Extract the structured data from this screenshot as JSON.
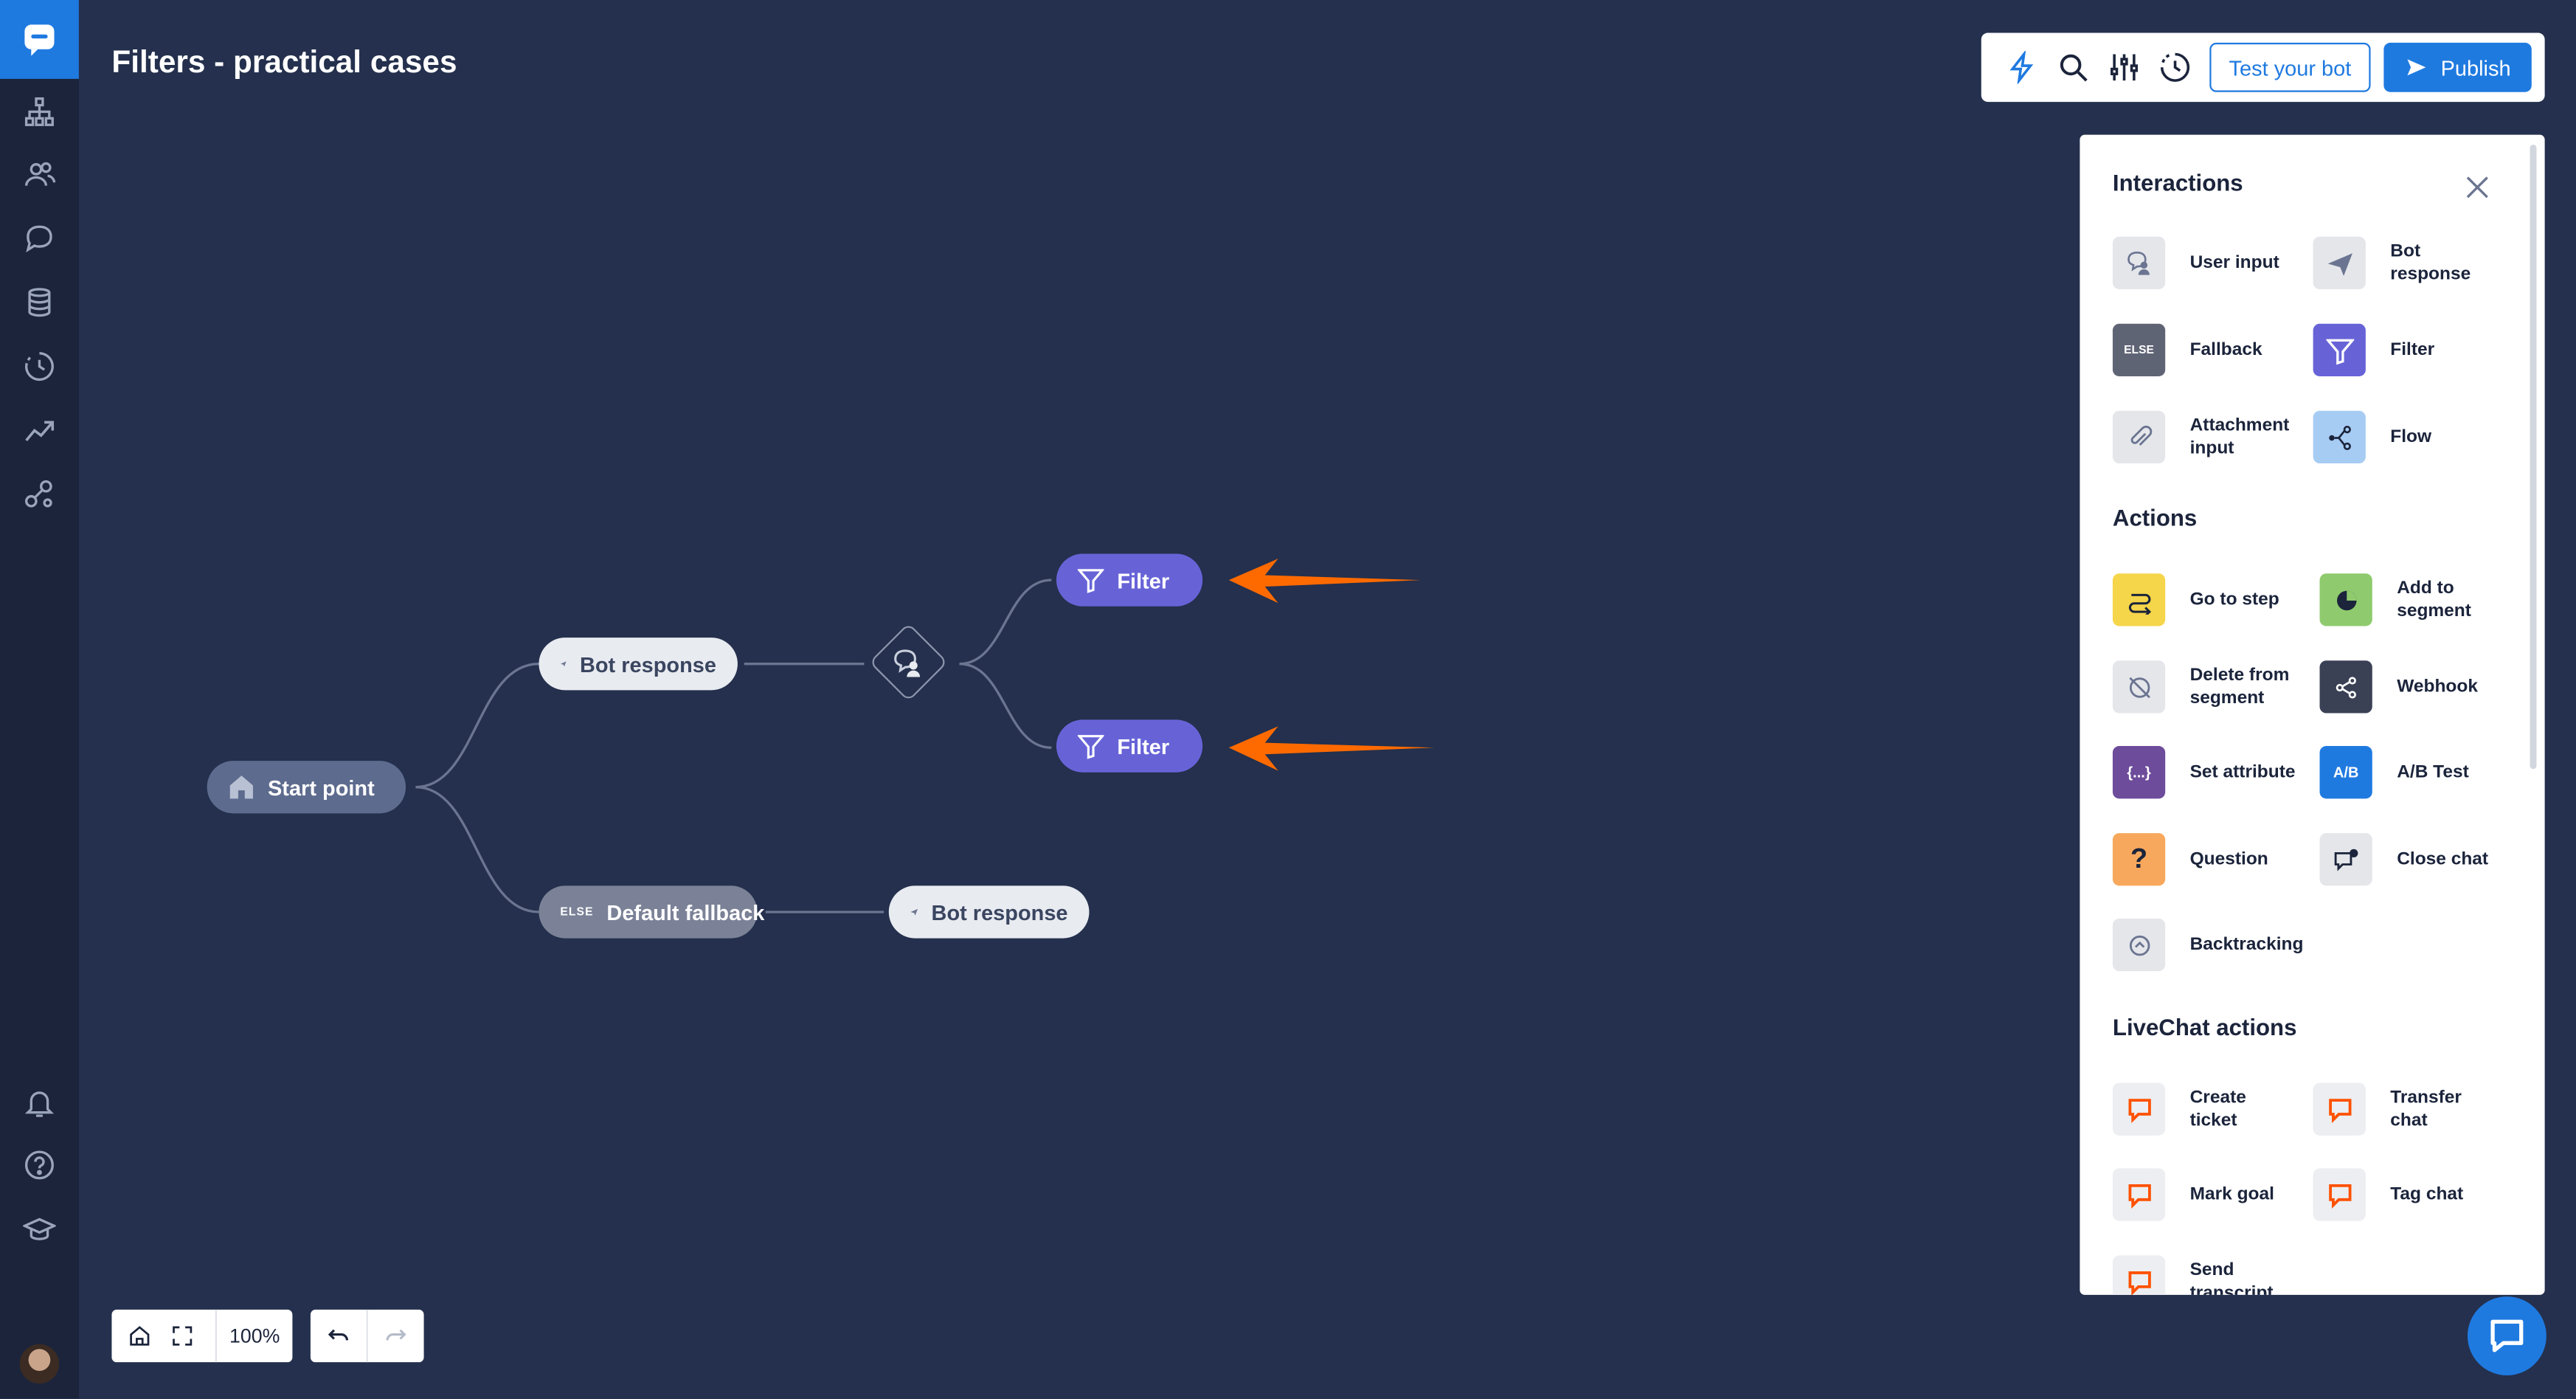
{
  "page": {
    "title": "Filters - practical cases"
  },
  "sidebar": {
    "icons": [
      "chatbot-logo-icon",
      "stories-icon",
      "users-icon",
      "chat-icon",
      "database-icon",
      "history-icon",
      "analytics-icon",
      "integrations-icon",
      "bell-icon",
      "help-icon",
      "academy-icon"
    ]
  },
  "toolbar": {
    "icons": [
      "lightning-icon",
      "search-icon",
      "sliders-icon",
      "history-icon"
    ],
    "test_label": "Test your bot",
    "publish_label": "Publish"
  },
  "canvas": {
    "start": "Start point",
    "bot_response_1": "Bot response",
    "filter_1": "Filter",
    "filter_2": "Filter",
    "fallback": "Default fallback",
    "else_tag": "ELSE",
    "bot_response_2": "Bot response"
  },
  "panel": {
    "interactions_title": "Interactions",
    "interactions": [
      "User input",
      "Bot response",
      "Fallback",
      "Filter",
      "Attachment input",
      "Flow"
    ],
    "else_tag": "ELSE",
    "actions_title": "Actions",
    "actions": [
      "Go to step",
      "Add to segment",
      "Delete from segment",
      "Webhook",
      "Set attribute",
      "A/B Test",
      "Question",
      "Close chat",
      "Backtracking"
    ],
    "ab_label": "A/B",
    "attr_label": "{...}",
    "question_label": "?",
    "livechat_title": "LiveChat actions",
    "livechat": [
      "Create ticket",
      "Transfer chat",
      "Mark goal",
      "Tag chat",
      "Send transcript"
    ]
  },
  "zoom": {
    "value": "100%"
  },
  "colors": {
    "accent": "#1f7ae0",
    "filter": "#6763d7",
    "canvas": "#24304d",
    "arrow": "#ff6a00"
  }
}
